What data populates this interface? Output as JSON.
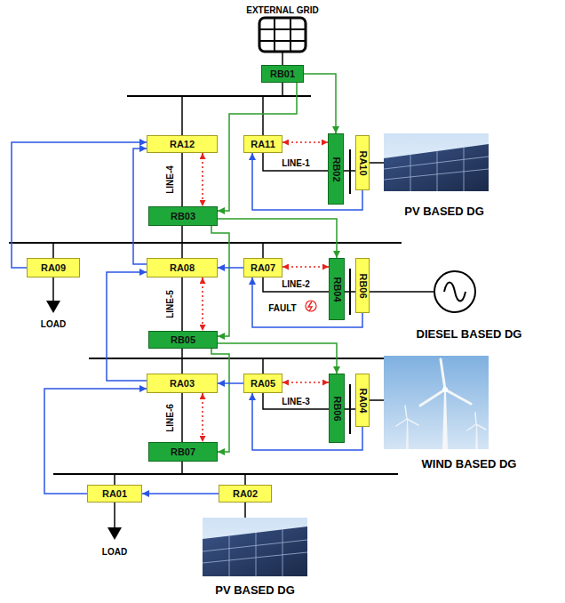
{
  "diagram": {
    "nodes": [
      {
        "text": [
          "RB01"
        ]
      },
      {
        "text": [
          "RA12"
        ]
      },
      {
        "text": [
          "RA11"
        ]
      },
      {
        "text": [
          "RB02"
        ]
      },
      {
        "text": [
          "RA10"
        ]
      },
      {
        "text": [
          "RB03"
        ]
      },
      {
        "text": [
          "RA09"
        ]
      },
      {
        "text": [
          "RA08"
        ]
      },
      {
        "text": [
          "RA07"
        ]
      },
      {
        "text": [
          "RB04"
        ]
      },
      {
        "text": [
          "RB06"
        ]
      },
      {
        "text": [
          "RB05"
        ]
      },
      {
        "text": [
          "RA03"
        ]
      },
      {
        "text": [
          "RA05"
        ]
      },
      {
        "text": [
          "RB06"
        ]
      },
      {
        "text": [
          "RA04"
        ]
      },
      {
        "text": [
          "RB07"
        ]
      },
      {
        "text": [
          "RA01"
        ]
      },
      {
        "text": [
          "RA02"
        ]
      }
    ],
    "edges": [
      {
        "from": 0,
        "to": 3,
        "arrow": "to"
      },
      {
        "from": 0,
        "to": 5,
        "arrow": "to"
      },
      {
        "from": 5,
        "to": 9,
        "arrow": "to"
      },
      {
        "from": 5,
        "to": 11,
        "arrow": "to"
      },
      {
        "from": 11,
        "to": 14,
        "arrow": "to"
      },
      {
        "from": 11,
        "to": 16,
        "arrow": "to"
      },
      {
        "from": 4,
        "to": 2,
        "arrow": "to"
      },
      {
        "from": 6,
        "to": 1,
        "arrow": "to"
      },
      {
        "from": 7,
        "to": 1,
        "arrow": "to"
      },
      {
        "from": 8,
        "to": 7,
        "arrow": "to"
      },
      {
        "from": 10,
        "to": 8,
        "arrow": "to"
      },
      {
        "from": 12,
        "to": 7,
        "arrow": "to"
      },
      {
        "from": 13,
        "to": 12,
        "arrow": "to"
      },
      {
        "from": 15,
        "to": 13,
        "arrow": "to"
      },
      {
        "from": 17,
        "to": 12,
        "arrow": "to"
      },
      {
        "from": 18,
        "to": 17,
        "arrow": "to"
      },
      {
        "from": 2,
        "to": 3,
        "arrow": "both"
      },
      {
        "from": 1,
        "to": 5,
        "arrow": "both"
      },
      {
        "from": 8,
        "to": 9,
        "arrow": "both"
      },
      {
        "from": 7,
        "to": 11,
        "arrow": "both"
      },
      {
        "from": 13,
        "to": 14,
        "arrow": "both"
      },
      {
        "from": 12,
        "to": 16,
        "arrow": "both"
      },
      {
        "from": 2,
        "to": 3,
        "label": "LINE-1",
        "arrow": "none"
      },
      {
        "from": 1,
        "to": 5,
        "label": "LINE-4",
        "arrow": "none"
      },
      {
        "from": 8,
        "to": 9,
        "label": "LINE-2",
        "arrow": "none"
      },
      {
        "from": 7,
        "to": 11,
        "label": "LINE-5",
        "arrow": "none"
      },
      {
        "from": 13,
        "to": 14,
        "label": "LINE-3",
        "arrow": "none"
      },
      {
        "from": 12,
        "to": 16,
        "label": "LINE-6",
        "arrow": "none"
      }
    ],
    "labels": [
      "EXTERNAL GRID",
      "PV BASED DG",
      "LOAD",
      "DIESEL BASED DG",
      "FAULT",
      "WIND BASED DG",
      "LOAD",
      "PV BASED DG"
    ]
  }
}
